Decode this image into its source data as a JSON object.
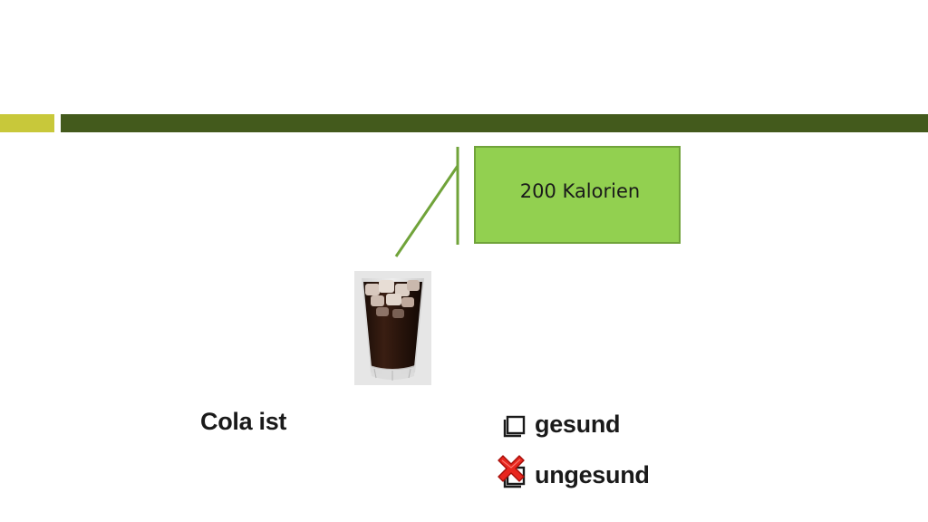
{
  "colors": {
    "accent_bar_light": "#c8c83a",
    "accent_bar_dark": "#435a1c",
    "callout_fill": "#92d050",
    "callout_border": "#70a33a",
    "cross_red": "#e8261e"
  },
  "callout": {
    "text": "200 Kalorien"
  },
  "image": {
    "icon": "cola-glass-icon"
  },
  "question": {
    "lead": "Cola ist",
    "options": [
      {
        "label": "gesund",
        "checked": false,
        "icon": "checkbox-icon"
      },
      {
        "label": "ungesund",
        "checked": true,
        "icon": "checkbox-icon",
        "mark_icon": "red-x-icon"
      }
    ]
  }
}
